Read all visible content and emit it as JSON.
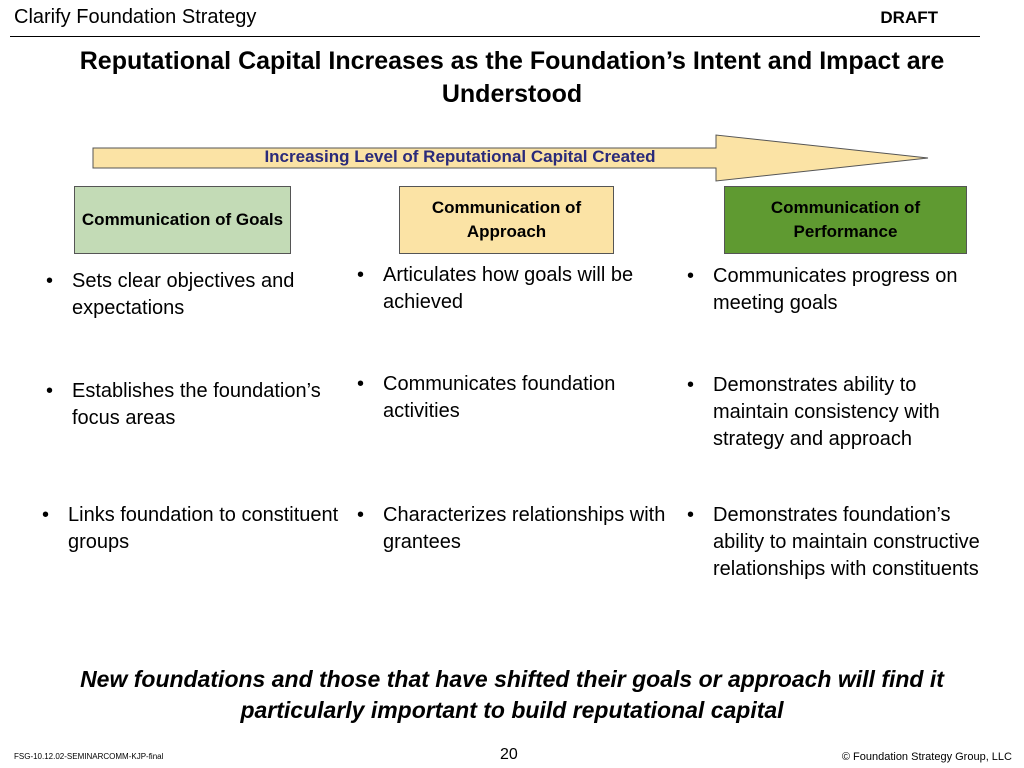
{
  "header": {
    "section": "Clarify Foundation Strategy",
    "status": "DRAFT"
  },
  "title": "Reputational Capital Increases as the Foundation’s Intent and Impact are Understood",
  "arrow_label": "Increasing Level of Reputational Capital Created",
  "colors": {
    "goals_box": "#c3dbb6",
    "approach_box": "#fbe3a5",
    "performance_box": "#5f9a31",
    "arrow_fill": "#fbe3a5"
  },
  "columns": [
    {
      "heading": "Communication of Goals",
      "bullets": [
        "Sets clear objectives and expectations",
        "Establishes the foundation’s focus areas",
        "Links foundation to constituent groups"
      ]
    },
    {
      "heading": "Communication of Approach",
      "bullets": [
        "Articulates how goals will be achieved",
        "Communicates foundation activities",
        "Characterizes relationships with grantees"
      ]
    },
    {
      "heading": "Communication of Performance",
      "bullets": [
        "Communicates progress on meeting goals",
        "Demonstrates ability to maintain consistency with strategy and approach",
        "Demonstrates foundation’s ability to maintain constructive relationships with constituents"
      ]
    }
  ],
  "bullet_char": "•",
  "note": "New foundations and those that have shifted their goals or approach will find it particularly important to build reputational capital",
  "footer": {
    "doc_id": "FSG-10.12.02-SEMINARCOMM-KJP-final",
    "page": "20",
    "copyright": "© Foundation Strategy Group, LLC"
  }
}
